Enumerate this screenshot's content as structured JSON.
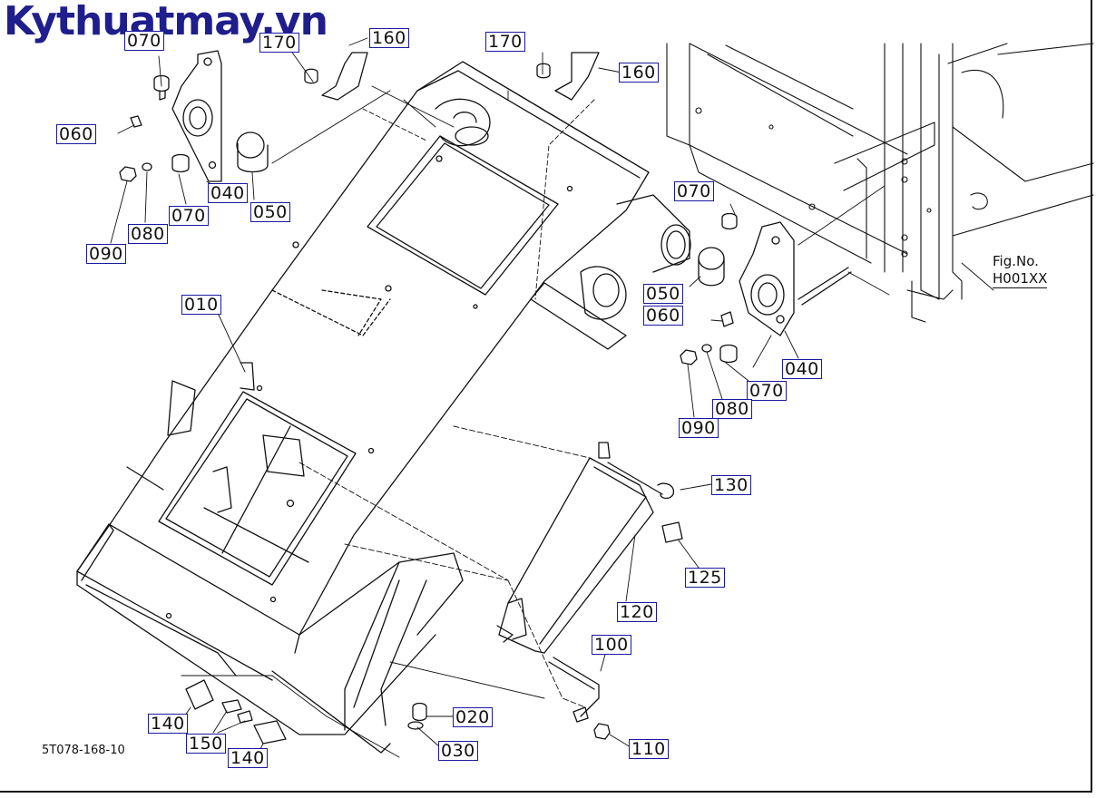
{
  "watermark": "Kythuatmay.vn",
  "figure": {
    "label": "Fig.No.",
    "code": "H001XX"
  },
  "document_id": "5T078-168-10",
  "callouts": {
    "c070_topleft": "070",
    "c170_topleft": "170",
    "c160_topleft": "160",
    "c170_top": "170",
    "c160_top": "160",
    "c060_left": "060",
    "c040_left": "040",
    "c050_left": "050",
    "c070_left": "070",
    "c080_left": "080",
    "c090_left": "090",
    "c010": "010",
    "c070_right": "070",
    "c050_right": "050",
    "c060_right": "060",
    "c040_right": "040",
    "c070_right2": "070",
    "c080_right": "080",
    "c090_right": "090",
    "c130": "130",
    "c125": "125",
    "c120": "120",
    "c100": "100",
    "c110": "110",
    "c020": "020",
    "c030": "030",
    "c140_left": "140",
    "c150": "150",
    "c140_bottom": "140"
  },
  "icons": [
    "exploded-parts-drawing"
  ]
}
